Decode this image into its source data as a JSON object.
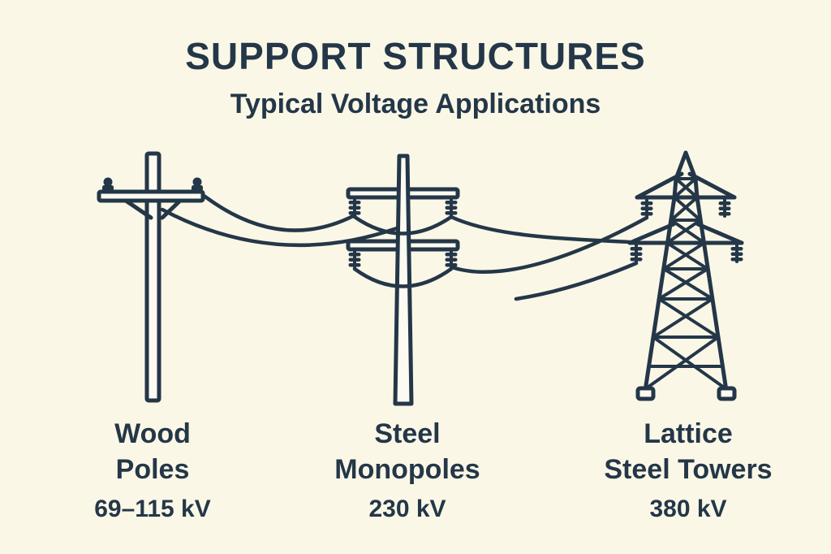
{
  "page": {
    "colors": {
      "background": "#FBF7E7",
      "ink": "#243748",
      "paper": "#FDFBF1"
    }
  },
  "header": {
    "title": "SUPPORT STRUCTURES",
    "subtitle": "Typical Voltage Applications"
  },
  "structures": [
    {
      "id": "wood-poles",
      "icon": "wood-pole-icon",
      "name_line1": "Wood",
      "name_line2": "Poles",
      "voltage": "69–115 kV"
    },
    {
      "id": "steel-monopoles",
      "icon": "steel-monopole-icon",
      "name_line1": "Steel",
      "name_line2": "Monopoles",
      "voltage": "230 kV"
    },
    {
      "id": "lattice-steel-towers",
      "icon": "lattice-steel-tower-icon",
      "name_line1": "Lattice",
      "name_line2": "Steel Towers",
      "voltage": "380 kV"
    }
  ]
}
